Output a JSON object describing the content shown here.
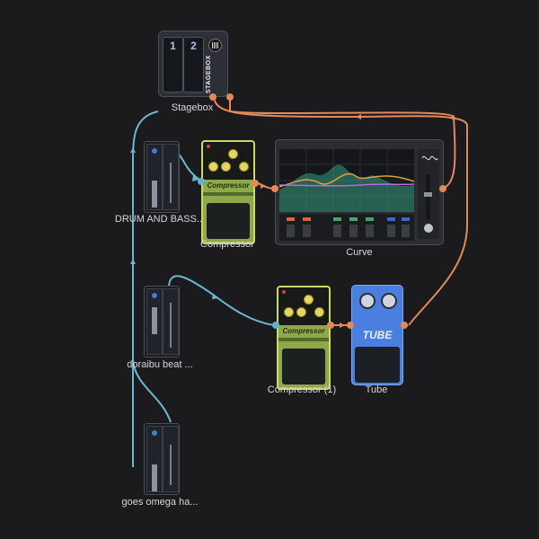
{
  "colors": {
    "background": "#1b1b1e",
    "cable_blue": "#6bb7cf",
    "cable_orange": "#e48a5a",
    "comp_green": "#8fa84a",
    "tube_blue": "#4a7fe0"
  },
  "stagebox": {
    "label": "Stagebox",
    "slot1": "1",
    "slot2": "2",
    "brand": "STAGEBOX"
  },
  "tracks": [
    {
      "label": "DRUM AND BASS..."
    },
    {
      "label": "doraibu beat ..."
    },
    {
      "label": "goes omega ha..."
    }
  ],
  "effects": {
    "compressor_1": {
      "label": "Compressor",
      "pedal_name": "Compressor"
    },
    "compressor_2": {
      "label": "Compressor (1)",
      "pedal_name": "Compressor"
    },
    "curve": {
      "label": "Curve"
    },
    "tube": {
      "label": "Tube",
      "pedal_name": "TUBE"
    }
  }
}
